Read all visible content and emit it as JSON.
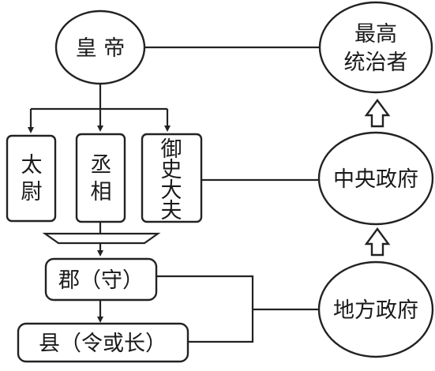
{
  "nodes": {
    "emperor": "皇 帝",
    "supreme_ruler": [
      "最高",
      "统治者"
    ],
    "central_government": "中央政府",
    "local_government": "地方政府",
    "taiwei": [
      "太",
      "尉"
    ],
    "chengxiang": [
      "丞",
      "相"
    ],
    "yushi_dafu": [
      "御",
      "史",
      "大",
      "夫"
    ],
    "commandery": "郡（守）",
    "county": "县（令或长）"
  },
  "colors": {
    "stroke": "#222222",
    "text": "#1a1a1a",
    "background": "#ffffff"
  }
}
